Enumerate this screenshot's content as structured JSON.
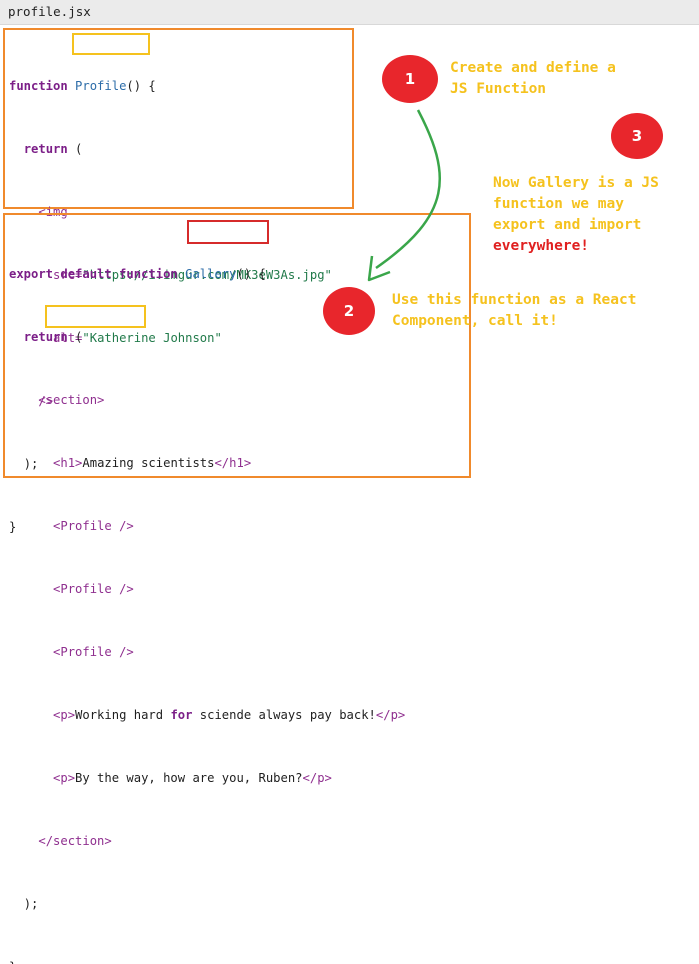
{
  "tab": {
    "filename": "profile.jsx"
  },
  "code1": {
    "l1": {
      "kw": "function",
      "fn": "Profile",
      "rest": "() {"
    },
    "l2": {
      "kw": "return",
      "rest": " ("
    },
    "l3": {
      "tag": "<img"
    },
    "l4": {
      "attr": "src=",
      "val": "\"https://i.imgur.com/MK3eW3As.jpg\""
    },
    "l5": {
      "attr": "alt=",
      "val": "\"Katherine Johnson\""
    },
    "l6": {
      "tag": "/>"
    },
    "l7": {
      "text": ");"
    },
    "l8": {
      "text": "}"
    }
  },
  "code2": {
    "l1": {
      "kw": "export default function",
      "fn": "Gallery",
      "rest": "() {"
    },
    "l2": {
      "kw": "return",
      "rest": " ("
    },
    "l3": {
      "tag": "<section>"
    },
    "l4": {
      "open": "<h1>",
      "text": "Amazing scientists",
      "close": "</h1>"
    },
    "l5": {
      "tag": "<Profile />"
    },
    "l6": {
      "tag": "<Profile />"
    },
    "l7": {
      "tag": "<Profile />"
    },
    "l8": {
      "open": "<p>",
      "text_a": "Working hard ",
      "kw": "for",
      "text_b": " sciende always pay back!",
      "close": "</p>"
    },
    "l9": {
      "open": "<p>",
      "text": "By the way, how are you, Ruben?",
      "close": "</p>"
    },
    "l10": {
      "tag": "</section>"
    },
    "l11": {
      "text": ");"
    },
    "l12": {
      "text": "}"
    }
  },
  "annotations": {
    "badge1": "1",
    "badge2": "2",
    "badge3": "3",
    "note1": {
      "line1": "Create and define a",
      "line2": "JS Function"
    },
    "note2": {
      "line1": "Use this function as a React",
      "line2": "Component, call it!"
    },
    "note3": {
      "line1": "Now Gallery is a JS",
      "line2": "function we may",
      "line3": "export and import",
      "line4": "everywhere!"
    }
  },
  "colors": {
    "box": "#f08a2c",
    "highlight": "#f5c21e",
    "highlight_red": "#d62b2b",
    "badge": "#e8262c",
    "arrow": "#3aa64a",
    "note": "#f5c21e",
    "note_emphasis": "#e02020"
  }
}
